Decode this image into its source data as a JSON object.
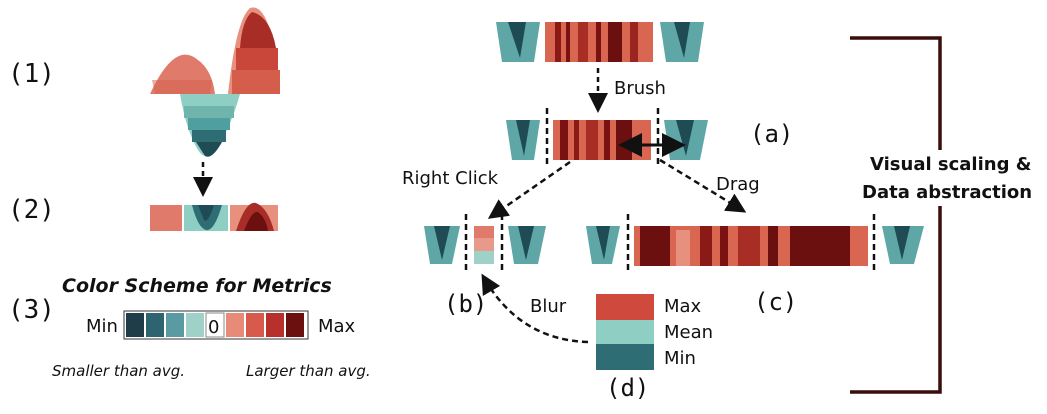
{
  "steps": {
    "one": "(1)",
    "two": "(2)",
    "three": "(3)"
  },
  "color_scheme": {
    "title": "Color Scheme for Metrics",
    "min_label": "Min",
    "zero_label": "0",
    "max_label": "Max",
    "smaller_note": "Smaller than avg.",
    "larger_note": "Larger than avg.",
    "swatches": [
      "#1e3d49",
      "#2e6470",
      "#5a9ba3",
      "#9fd1c8",
      "#ffffff",
      "#e88a78",
      "#d85a4c",
      "#b8302b",
      "#6b0f0f"
    ]
  },
  "labels": {
    "brush": "Brush",
    "right_click": "Right Click",
    "drag": "Drag",
    "blur": "Blur",
    "a": "(a)",
    "b": "(b)",
    "c": "(c)",
    "d": "(d)",
    "visual_scaling": "Visual scaling &",
    "data_abstraction": "Data abstraction"
  },
  "legend_d": {
    "max": "Max",
    "mean": "Mean",
    "min": "Min"
  },
  "colors": {
    "red_light": "#e07a6a",
    "red": "#cf4a3c",
    "red_dark": "#7a1212",
    "teal_light": "#8fcfc3",
    "teal": "#4f9ea0",
    "teal_dark": "#1f4b55"
  }
}
